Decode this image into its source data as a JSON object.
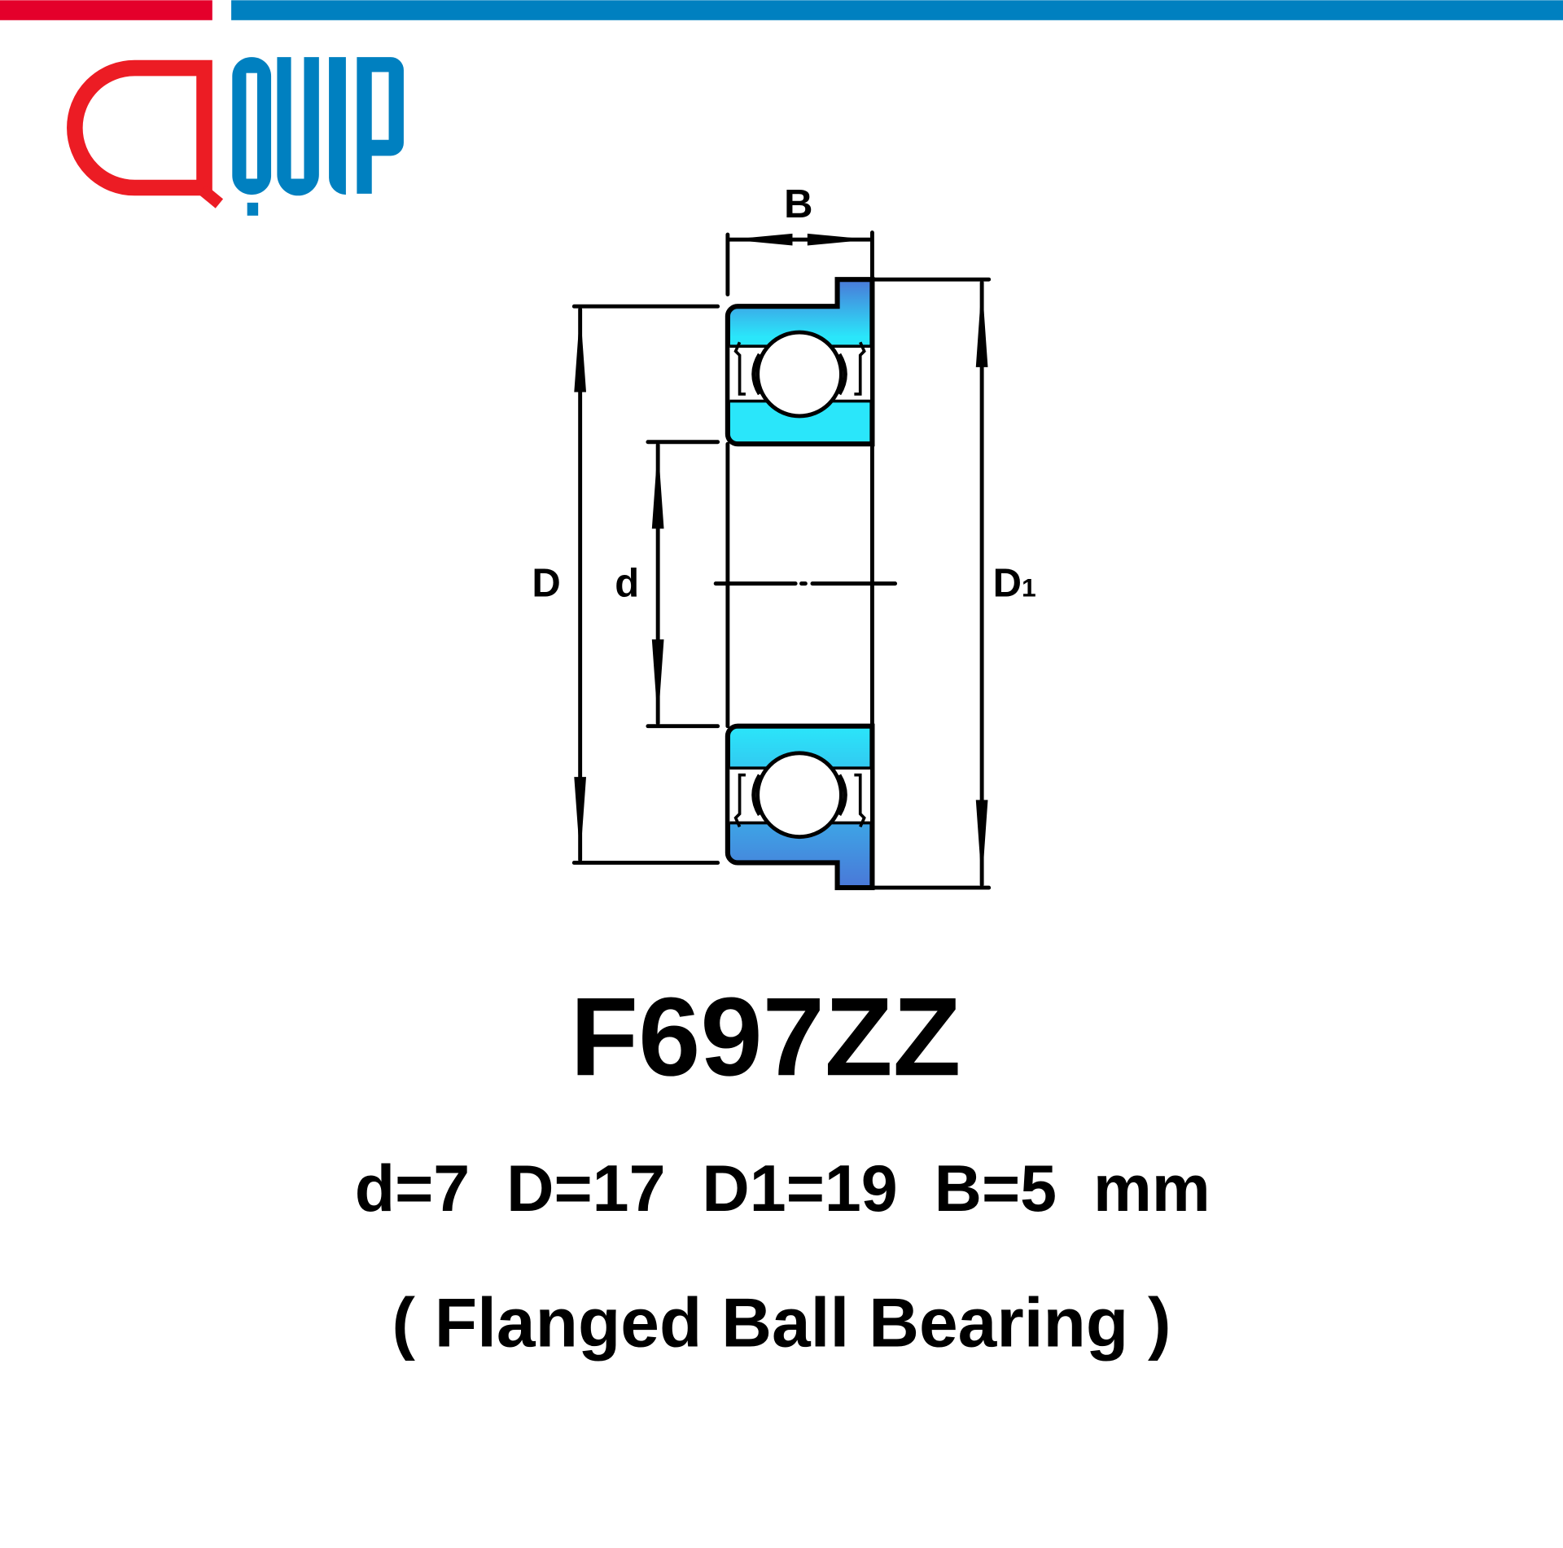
{
  "brand": {
    "logo_text": "QUIP",
    "colors": {
      "red": "#e4002b",
      "blue": "#0080c0",
      "ring_light": "#2ae6fa",
      "ring_dark": "#4a78d8"
    }
  },
  "diagram": {
    "labels": {
      "B": "B",
      "D": "D",
      "d": "d",
      "D1_main": "D",
      "D1_sub": "1"
    }
  },
  "product": {
    "model": "F697ZZ",
    "dimensions": "d=7  D=17  D1=19  B=5  mm",
    "type": "( Flanged Ball Bearing )"
  }
}
